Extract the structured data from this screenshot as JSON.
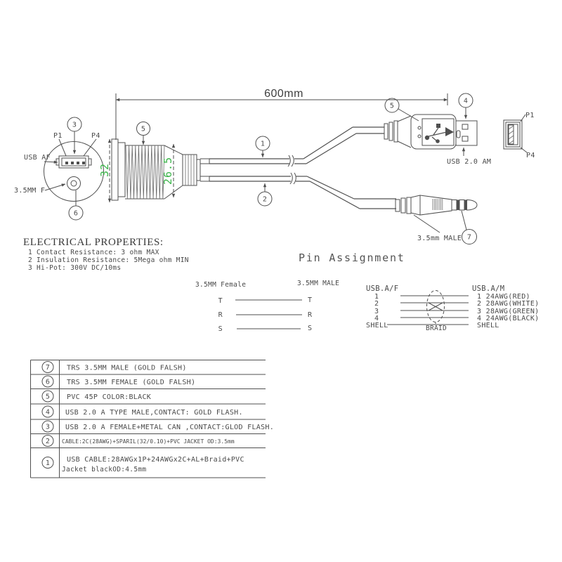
{
  "colors": {
    "line": "#4f4f4f",
    "text": "#494949",
    "dimension_green": "#3bb54a"
  },
  "dims": {
    "cable_length": "600mm",
    "flange_height": "32",
    "thread_od": "26.5"
  },
  "front_view": {
    "pin1": "P1",
    "pin4": "P4",
    "usb_label": "USB AF",
    "jack_label": "3.5MM F",
    "callout_usb": "3",
    "callout_jack": "6"
  },
  "side_view": {
    "callout_body": "5"
  },
  "cables": {
    "callout_usb_cable": "1",
    "callout_audio_cable": "2"
  },
  "usb_plug": {
    "callout_overmold": "5",
    "callout_shell": "4",
    "label": "USB 2.0 AM"
  },
  "usb_face": {
    "pin1": "P1",
    "pin4": "P4"
  },
  "audio_plug": {
    "label": "3.5mm MALE",
    "callout": "7"
  },
  "electrical": {
    "title": "ELECTRICAL PROPERTIES:",
    "item1": "1  Contact Resistance: 3 ohm MAX",
    "item2": "2  Insulation Resistance: 5Mega ohm  MIN",
    "item3": "3  Hi-Pot: 300V DC/10ms"
  },
  "pin_assignment": {
    "title": "Pin Assignment",
    "trs_left_header": "3.5MM Female",
    "trs_right_header": "3.5MM MALE",
    "trs_rows": [
      "T",
      "R",
      "S"
    ]
  },
  "usb_wiring": {
    "left_header": "USB.A/F",
    "right_header": "USB.A/M",
    "left_pins": [
      "1",
      "2",
      "3",
      "4",
      "SHELL"
    ],
    "right_pins": [
      "1 24AWG(RED)",
      "2 28AWG(WHITE)",
      "3 28AWG(GREEN)",
      "4 24AWG(BLACK)",
      "SHELL"
    ],
    "braid_label": "BRAID"
  },
  "bom": {
    "rows": [
      {
        "no": "7",
        "desc": "TRS 3.5MM MALE (GOLD FALSH)"
      },
      {
        "no": "6",
        "desc": "TRS 3.5MM FEMALE (GOLD FALSH)"
      },
      {
        "no": "5",
        "desc": "PVC 45P  COLOR:BLACK"
      },
      {
        "no": "4",
        "desc": "USB 2.0 A TYPE MALE,CONTACT: GOLD FLASH."
      },
      {
        "no": "3",
        "desc": "USB 2.0 A FEMALE+METAL CAN ,CONTACT:GLOD FLASH."
      },
      {
        "no": "2",
        "desc": "CABLE:2C(28AWG)+SPARIL(32/0.10)+PVC JACKET OD:3.5mm"
      },
      {
        "no": "1",
        "desc": "USB CABLE:28AWGx1P+24AWGx2C+AL+Braid+PVC",
        "desc_line2": "Jacket blackOD:4.5mm"
      }
    ]
  }
}
